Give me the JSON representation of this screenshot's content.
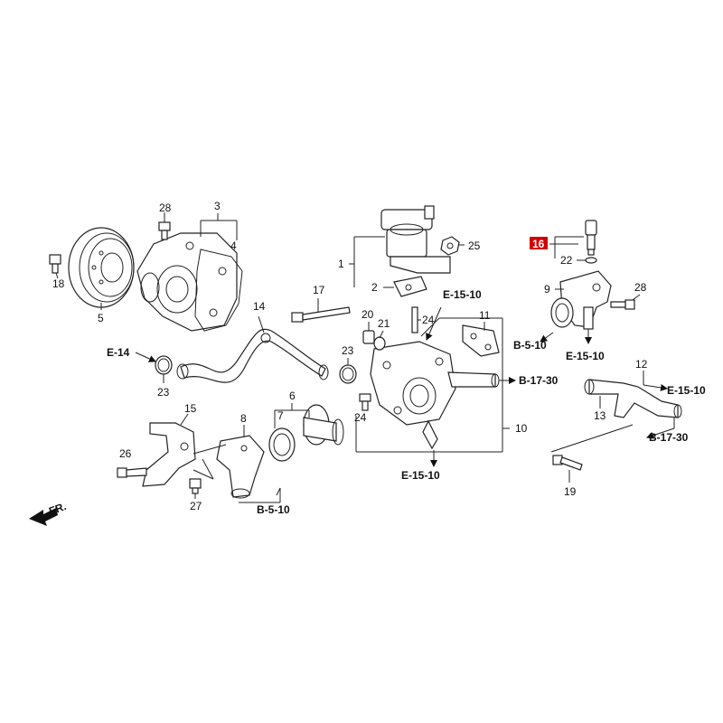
{
  "highlight_color": "#d10000",
  "front_indicator": {
    "label": "FR.",
    "icon": "front-arrow-icon"
  },
  "callouts": {
    "p1": "1",
    "p2": "2",
    "p3": "3",
    "p4": "4",
    "p5": "5",
    "p6": "6",
    "p7": "7",
    "p8": "8",
    "p9": "9",
    "p10": "10",
    "p11": "11",
    "p12": "12",
    "p13": "13",
    "p14": "14",
    "p15": "15",
    "p16": "16",
    "p17": "17",
    "p18": "18",
    "p19": "19",
    "p20": "20",
    "p21": "21",
    "p22": "22",
    "p23a": "23",
    "p23b": "23",
    "p24a": "24",
    "p24b": "24",
    "p25": "25",
    "p26": "26",
    "p27": "27",
    "p28a": "28",
    "p28b": "28"
  },
  "references": {
    "e14": "E-14",
    "e1510_top": "E-15-10",
    "e1510_bottom": "E-15-10",
    "e1510_right_a": "E-15-10",
    "e1510_right_b": "E-15-10",
    "b510_left": "B-5-10",
    "b510_right": "B-5-10",
    "b1730_mid": "B-17-30",
    "b1730_right": "B-17-30"
  }
}
